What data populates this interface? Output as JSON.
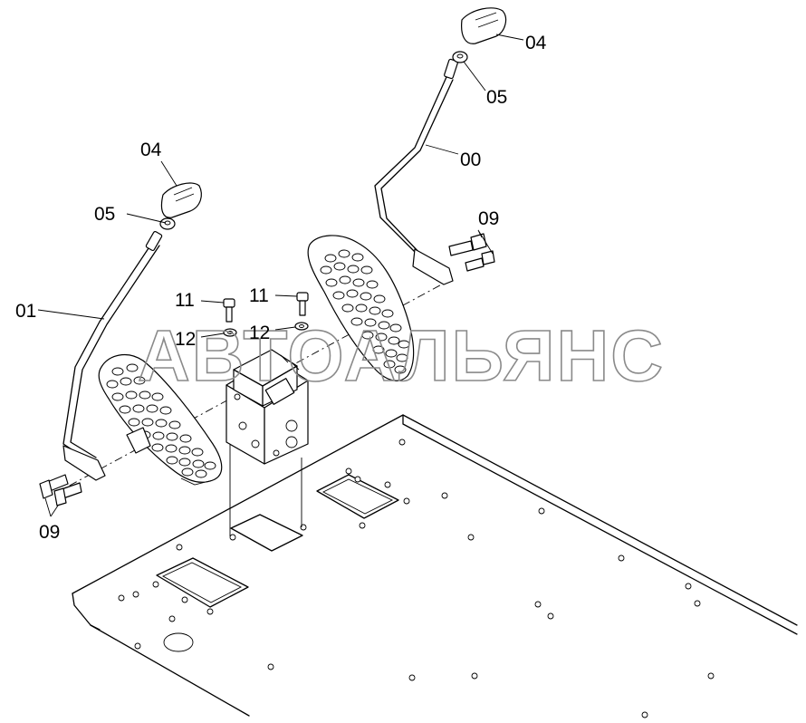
{
  "watermark": "АВТОАЛЬЯНС",
  "part_labels": [
    {
      "id": "lbl-04-right",
      "text": "04"
    },
    {
      "id": "lbl-05-right",
      "text": "05"
    },
    {
      "id": "lbl-00",
      "text": "00"
    },
    {
      "id": "lbl-09-right",
      "text": "09"
    },
    {
      "id": "lbl-04-left",
      "text": "04"
    },
    {
      "id": "lbl-05-left",
      "text": "05"
    },
    {
      "id": "lbl-01",
      "text": "01"
    },
    {
      "id": "lbl-11-a",
      "text": "11"
    },
    {
      "id": "lbl-11-b",
      "text": "11"
    },
    {
      "id": "lbl-12-a",
      "text": "12"
    },
    {
      "id": "lbl-12-b",
      "text": "12"
    },
    {
      "id": "lbl-09-left",
      "text": "09"
    }
  ]
}
